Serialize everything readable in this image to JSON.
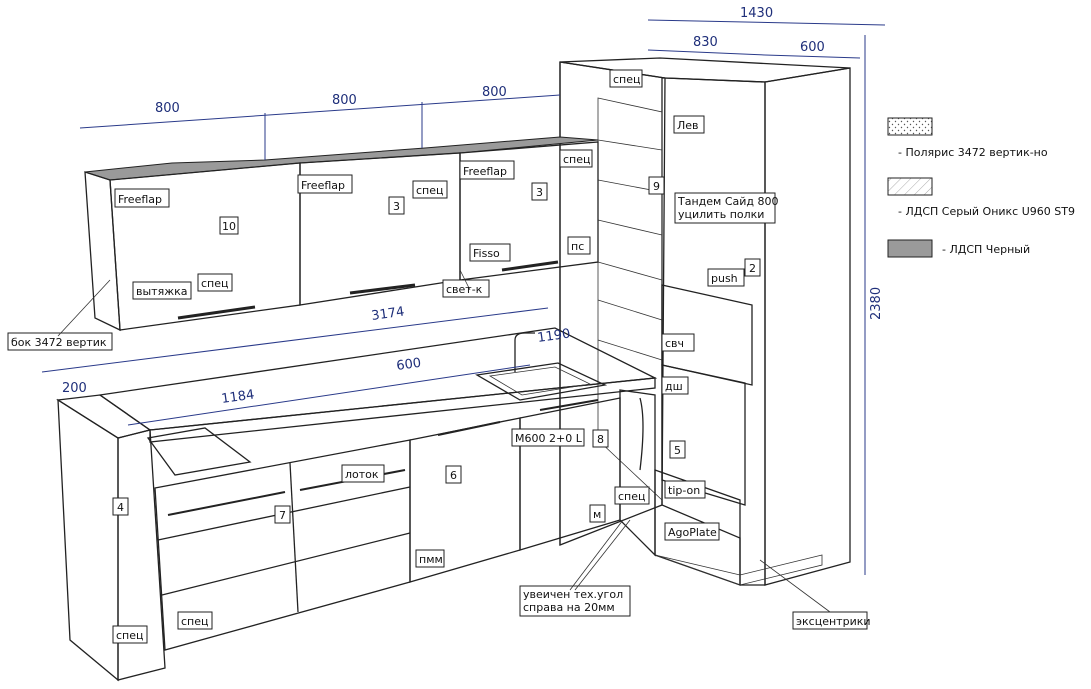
{
  "dimensions": {
    "overall_top": "1430",
    "top_left": "830",
    "top_right": "600",
    "upper_1": "800",
    "upper_2": "800",
    "upper_3": "800",
    "run_length": "3174",
    "counter_depth_left": "200",
    "left_run": "1184",
    "sink_run": "600",
    "right_corner": "1190",
    "height": "2380"
  },
  "labels": {
    "spec_top": "спец",
    "lev": "Лев",
    "spec_upper3": "спец",
    "freeflap1": "Freeflap",
    "freeflap2": "Freeflap",
    "freeflap3": "Freeflap",
    "spec_upper2": "спец",
    "num10": "10",
    "num3a": "3",
    "num3b": "3",
    "num9": "9",
    "tandem": "Тандем Сайд 800\nуцилить полки",
    "fisso": "Fisso",
    "pc": "пс",
    "vytyazhka": "вытяжка",
    "spec_upper1": "спец",
    "svetk": "свет-к",
    "push": "push",
    "num2": "2",
    "bok": "бок 3472 вертик",
    "svch": "свч",
    "dsh": "дш",
    "m600": "М600 2+0 L",
    "num8": "8",
    "lotok": "лоток",
    "num6": "6",
    "num7": "7",
    "num4": "4",
    "num5": "5",
    "tipon": "tip-on",
    "spec_corner": "спец",
    "m": "м",
    "agoplate": "AgoPlate",
    "pmm": "пмм",
    "uvelichen": "увеичен тех.угол\nсправа на 20мм",
    "spec_bottom": "спец",
    "spec_left": "спец",
    "ekscentriki": "эксцентрики"
  },
  "legend": [
    {
      "pattern": "dots",
      "text": "- Полярис 3472 вертик-но"
    },
    {
      "pattern": "hatch",
      "text": "- ЛДСП Серый Оникс U960 ST9"
    },
    {
      "pattern": "solid",
      "text": "- ЛДСП Черный",
      "color": "#9a9a9a"
    }
  ],
  "colors": {
    "ink": "#222222",
    "dimension": "#2a3a8a",
    "black_ldsp": "#9a9a9a"
  }
}
